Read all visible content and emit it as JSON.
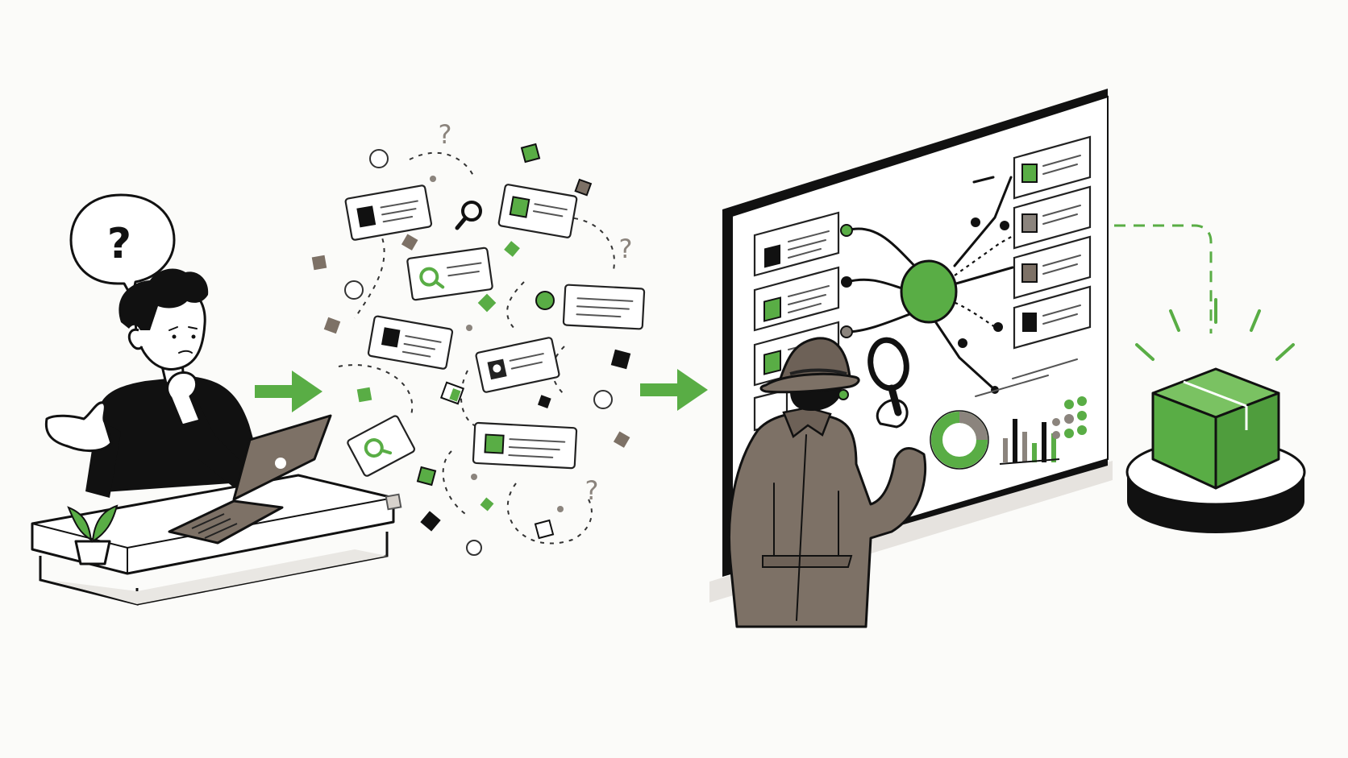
{
  "scene": {
    "background_color": "#fbfbf9",
    "accent_green": "#59ad45",
    "ink": "#111111",
    "coat_brown": "#7d7166",
    "muted_gray": "#8b847d",
    "glyphs": {
      "question_mark": "?"
    },
    "stages": [
      {
        "id": "confused-person",
        "icon": "question-bubble-icon"
      },
      {
        "id": "scattered-data",
        "icon": "magnifier-icon"
      },
      {
        "id": "investigation-board",
        "icon": "magnifying-glass-icon"
      },
      {
        "id": "delivered-package",
        "icon": "package-box-icon"
      }
    ]
  }
}
